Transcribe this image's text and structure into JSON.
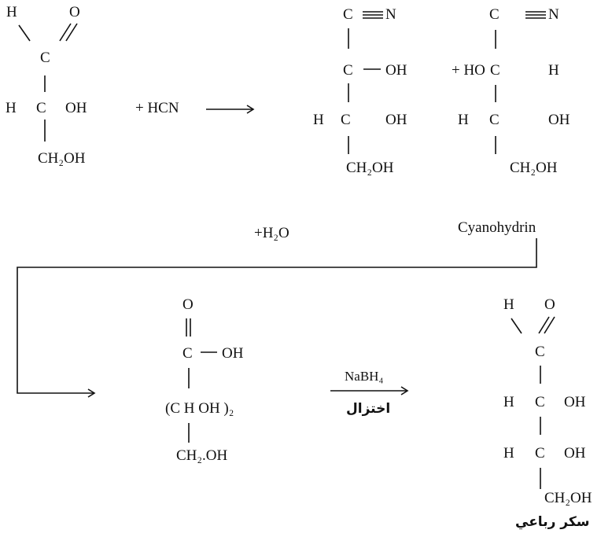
{
  "reactant": {
    "h_top": "H",
    "o_top": "O",
    "c1": "C",
    "h2": "H",
    "c2": "C",
    "oh2": "OH",
    "ch2oh": "CH₂OH"
  },
  "reagent1": "+ HCN",
  "product_a": {
    "c_nitrile": "C",
    "n": "N",
    "c2": "C",
    "oh2": "OH",
    "h3": "H",
    "c3": "C",
    "oh3": "OH",
    "ch2oh": "CH₂OH"
  },
  "product_b": {
    "c_nitrile": "C",
    "n": "N",
    "plus_ho": "+ HO",
    "c2": "C",
    "h2": "H",
    "h3": "H",
    "c3": "C",
    "oh3": "OH",
    "ch2oh": "CH₂OH"
  },
  "cyanohydrin_label": "Cyanohydrin",
  "water_label": "+H₂O",
  "acid": {
    "o": "O",
    "c": "C",
    "oh": "OH",
    "middle": "(C H OH )₂",
    "ch2oh": "CH₂.OH"
  },
  "reduction": {
    "reagent": "NaBH₄",
    "label": "اختزال"
  },
  "final": {
    "h_top": "H",
    "o_top": "O",
    "c1": "C",
    "h2": "H",
    "c2": "C",
    "oh2": "OH",
    "h3": "H",
    "c3": "C",
    "oh3": "OH",
    "ch2oh": "CH₂OH",
    "label": "سكر رباعي"
  }
}
